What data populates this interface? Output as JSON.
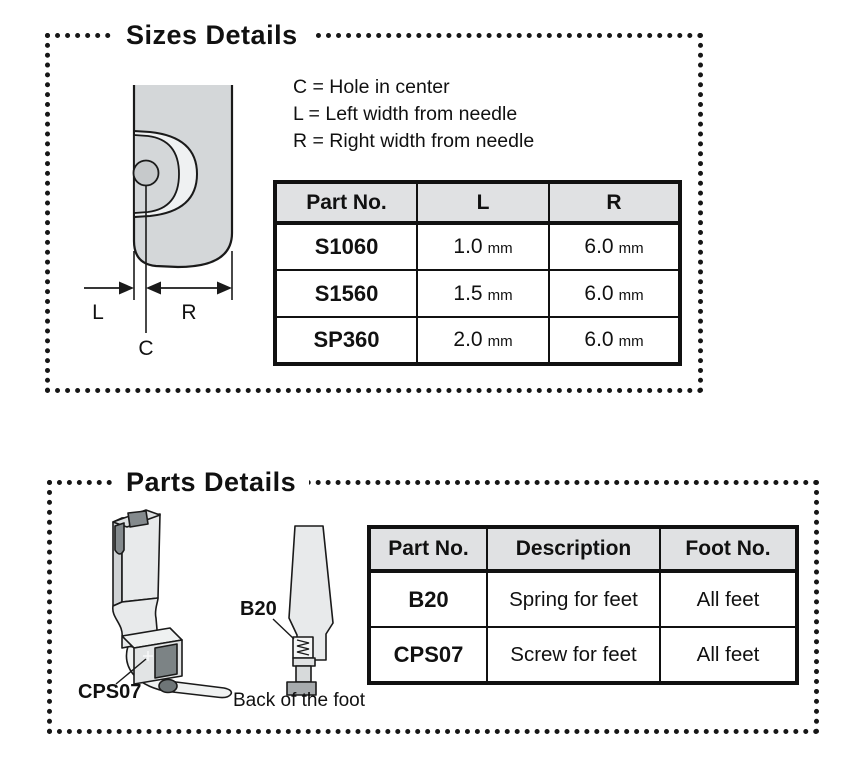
{
  "colors": {
    "ink": "#111111",
    "dotted_border": "#161616",
    "table_header_bg": "#e0e1e3",
    "steel_body": "#d4d7d9",
    "steel_light": "#e8eaeb",
    "steel_crescent": "#eff1f2",
    "steel_dark_block": "#a7abad",
    "slot_dark": "#848a8d",
    "hole_dark": "#6e7577"
  },
  "sizes": {
    "title": "Sizes Details",
    "legend_lines": [
      "C = Hole in center",
      "L = Left width from needle",
      "R = Right width from needle"
    ],
    "diagram": {
      "label_l": "L",
      "label_r": "R",
      "label_c": "C"
    },
    "table": {
      "headers": [
        "Part No.",
        "L",
        "R"
      ],
      "unit": "mm",
      "rows": [
        {
          "part": "S1060",
          "l": "1.0",
          "r": "6.0"
        },
        {
          "part": "S1560",
          "l": "1.5",
          "r": "6.0"
        },
        {
          "part": "SP360",
          "l": "2.0",
          "r": "6.0"
        }
      ]
    }
  },
  "parts": {
    "title": "Parts Details",
    "cps07_label": "CPS07",
    "b20_label": "B20",
    "caption": "Back of the foot",
    "table": {
      "headers": [
        "Part No.",
        "Description",
        "Foot No."
      ],
      "rows": [
        {
          "part": "B20",
          "description": "Spring for feet",
          "foot": "All feet"
        },
        {
          "part": "CPS07",
          "description": "Screw for feet",
          "foot": "All feet"
        }
      ]
    }
  }
}
